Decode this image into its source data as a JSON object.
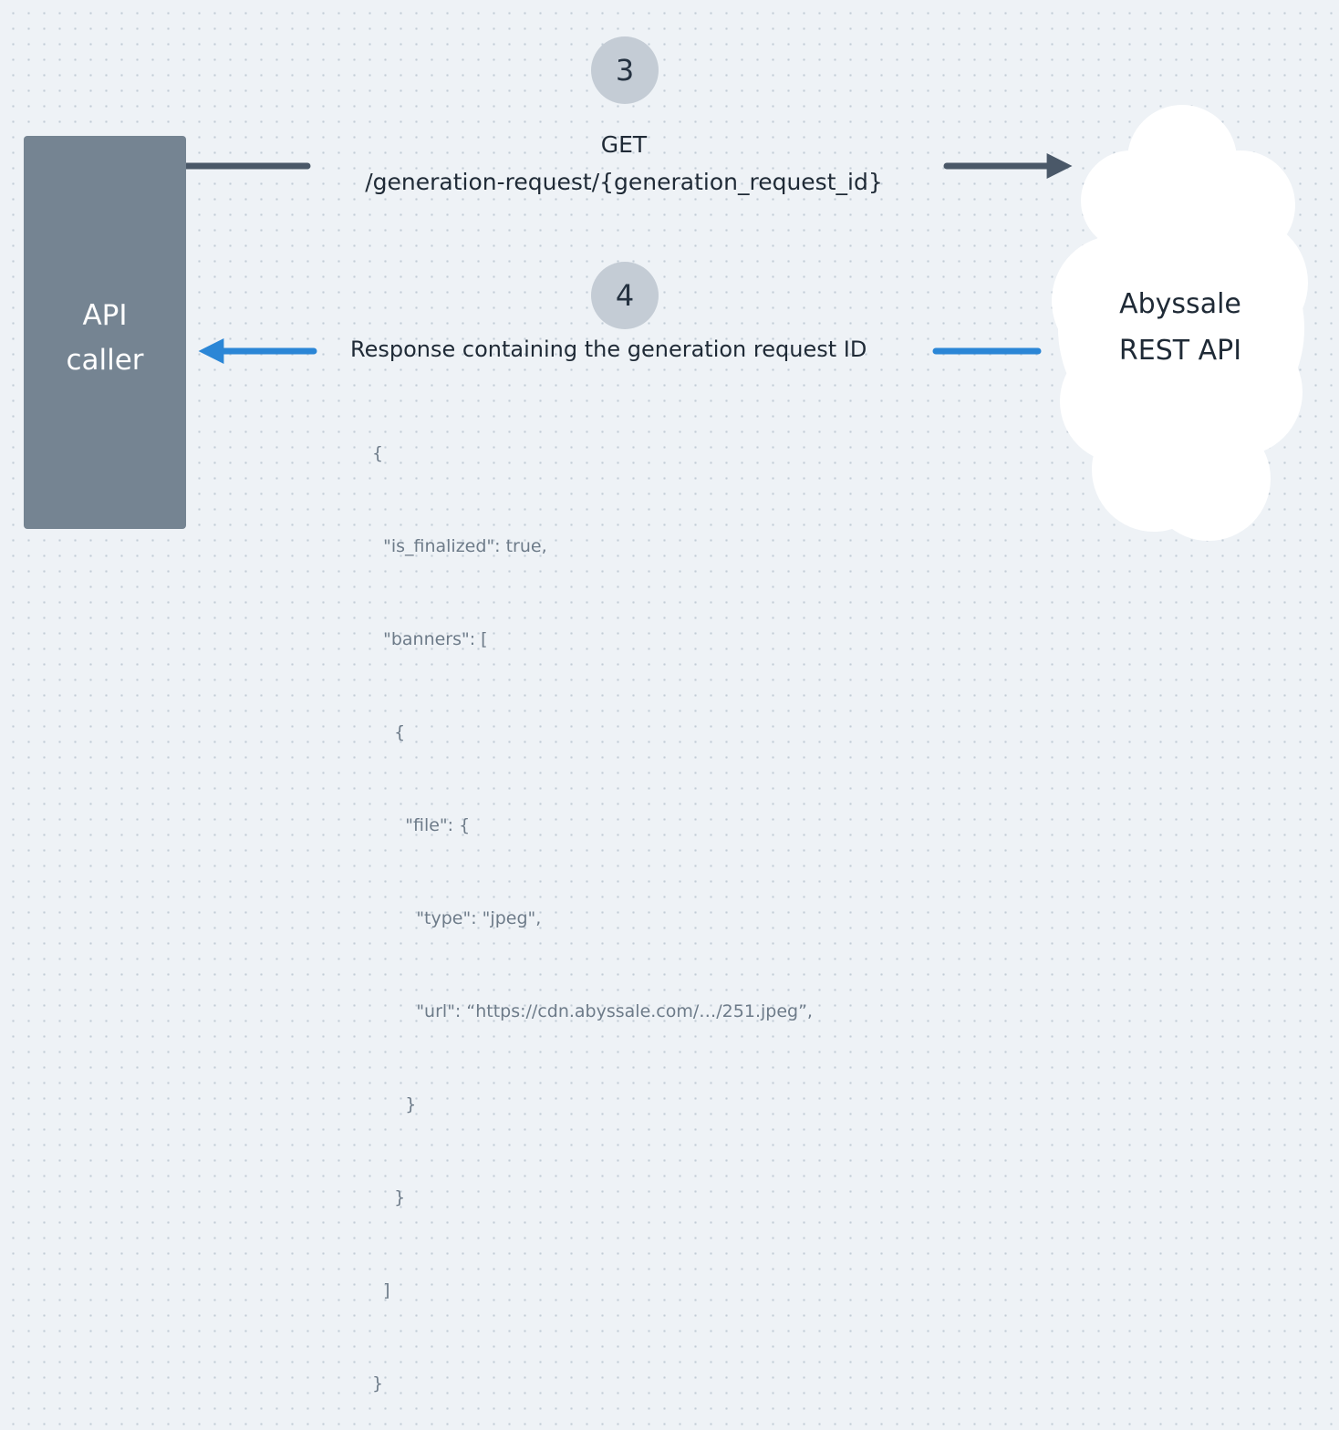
{
  "caller": {
    "lines": [
      "API",
      "caller"
    ]
  },
  "api": {
    "lines": [
      "Abyssale",
      "REST API"
    ]
  },
  "steps": {
    "request": "3",
    "response": "4"
  },
  "request": {
    "method": "GET",
    "path": "/generation-request/{generation_request_id}"
  },
  "response": {
    "label": "Response containing the generation request ID",
    "code_lines": [
      "{",
      "  \"is_finalized\": true,",
      "  \"banners\": [",
      "    {",
      "      \"file\": {",
      "        \"type\": \"jpeg\",",
      "        \"url\": “https://cdn.abyssale.com/…/251.jpeg”,",
      "      }",
      "    }",
      "  ]",
      "}"
    ]
  },
  "colors": {
    "background": "#eef2f6",
    "caller_fill": "#758492",
    "step_fill": "#c4ccd5",
    "request_arrow": "#4a5868",
    "response_arrow": "#2b86d6",
    "code_text": "#6d7b89"
  }
}
